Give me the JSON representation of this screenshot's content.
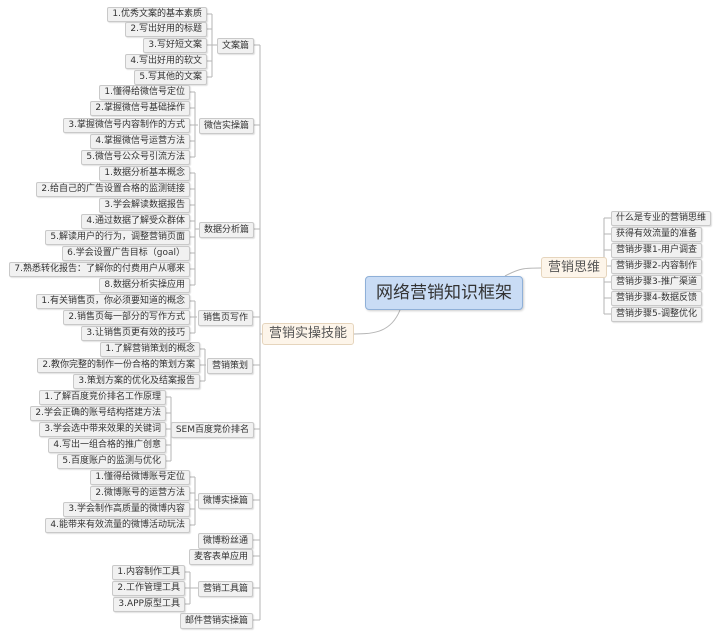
{
  "root": {
    "label": "网络营销知识框架"
  },
  "right_branch": {
    "label": "营销思维",
    "items": [
      "什么是专业的营销思维",
      "获得有效流量的准备",
      "营销步骤1-用户调查",
      "营销步骤2-内容制作",
      "营销步骤3-推广渠道",
      "营销步骤4-数据反馈",
      "营销步骤5-调整优化"
    ]
  },
  "left_branch": {
    "label": "营销实操技能",
    "categories": [
      {
        "label": "文案篇",
        "items": [
          "1.优秀文案的基本素质",
          "2.写出好用的标题",
          "3.写好短文案",
          "4.写出好用的软文",
          "5.写其他的文案"
        ]
      },
      {
        "label": "微信实操篇",
        "items": [
          "1.懂得给微信号定位",
          "2.掌握微信号基础操作",
          "3.掌握微信号内容制作的方式",
          "4.掌握微信号运营方法",
          "5.微信号公众号引流方法"
        ]
      },
      {
        "label": "数据分析篇",
        "items": [
          "1.数据分析基本概念",
          "2.给自己的广告设置合格的监测链接",
          "3.学会解读数据报告",
          "4.通过数据了解受众群体",
          "5.解读用户的行为，调整营销页面",
          "6.学会设置广告目标（goal）",
          "7.熟悉转化报告：了解你的付费用户从哪来",
          "8.数据分析实操应用"
        ]
      },
      {
        "label": "销售页写作",
        "items": [
          "1.有关销售页，你必须要知道的概念",
          "2.销售页每一部分的写作方式",
          "3.让销售页更有效的技巧"
        ]
      },
      {
        "label": "营销策划",
        "items": [
          "1.了解营销策划的概念",
          "2.教你完整的制作一份合格的策划方案",
          "3.策划方案的优化及结案报告"
        ]
      },
      {
        "label": "SEM百度竞价排名",
        "items": [
          "1.了解百度竞价排名工作原理",
          "2.学会正确的账号结构搭建方法",
          "3.学会选中带来效果的关键词",
          "4.写出一组合格的推广创意",
          "5.百度账户的监测与优化"
        ]
      },
      {
        "label": "微博实操篇",
        "items": [
          "1.懂得给微博账号定位",
          "2.微博账号的运营方法",
          "3.学会制作高质量的微博内容",
          "4.能带来有效流量的微博活动玩法"
        ]
      },
      {
        "label": "微博粉丝通",
        "items": []
      },
      {
        "label": "麦客表单应用",
        "items": []
      },
      {
        "label": "营销工具篇",
        "items": [
          "1.内容制作工具",
          "2.工作管理工具",
          "3.APP原型工具"
        ]
      },
      {
        "label": "邮件营销实操篇",
        "items": []
      }
    ]
  }
}
